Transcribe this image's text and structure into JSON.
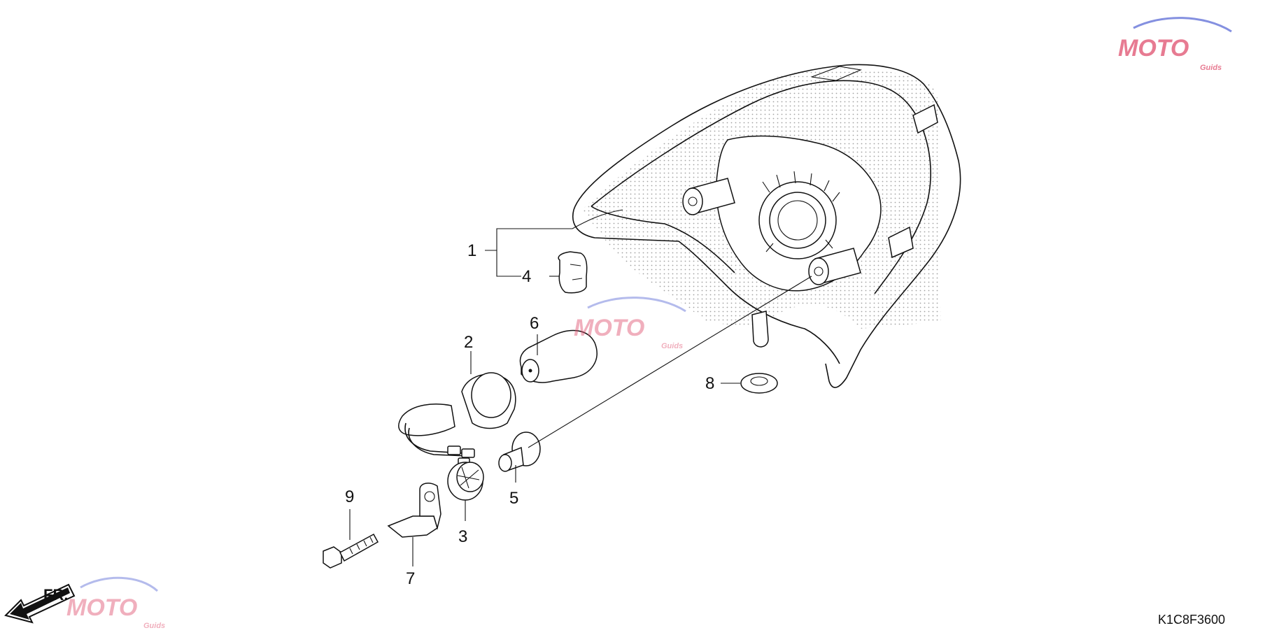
{
  "diagram": {
    "part_code": "K1C8F3600",
    "direction_label": "FR.",
    "callouts": [
      "1",
      "2",
      "3",
      "4",
      "5",
      "6",
      "7",
      "8",
      "9"
    ],
    "watermark": {
      "text_main": "MOTO",
      "text_sub": "Guids",
      "accent": "#e0506e",
      "accent2": "#5b6bd6"
    }
  }
}
